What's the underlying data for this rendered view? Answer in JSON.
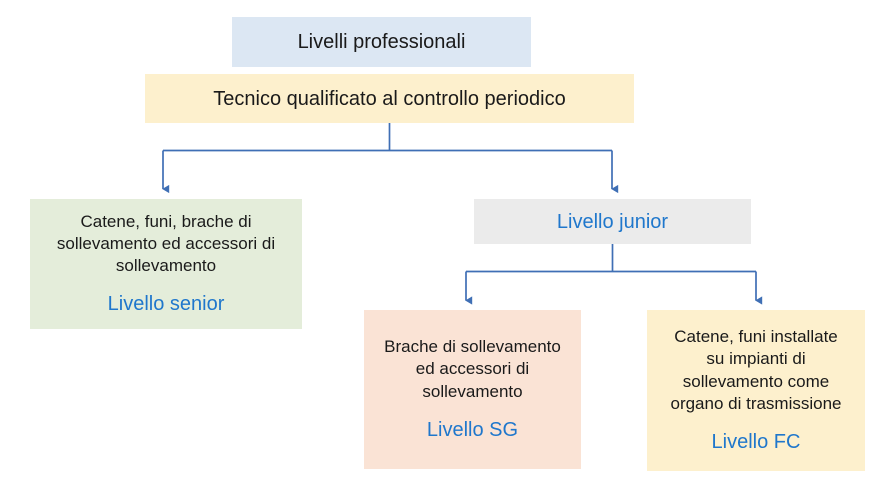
{
  "diagram": {
    "title": "Livelli professionali",
    "accent_color": "#1f77cc",
    "connector_color": "#3f6fb5",
    "nodes": {
      "root": {
        "label": "Livelli professionali",
        "fill": "#dce7f3"
      },
      "tecnico": {
        "label": "Tecnico qualificato al controllo periodico",
        "fill": "#fdf0cd"
      },
      "senior": {
        "description": "Catene, funi, brache di\nsollevamento ed accessori di\nsollevamento",
        "level": "Livello senior",
        "fill": "#e4edda"
      },
      "junior": {
        "label": "Livello junior",
        "fill": "#ebebeb"
      },
      "sg": {
        "description": "Brache di sollevamento\ned accessori di\nsollevamento",
        "level": "Livello SG",
        "fill": "#fae3d5"
      },
      "fc": {
        "description": "Catene, funi installate\nsu impianti di\nsollevamento come\norgano di trasmissione",
        "level": "Livello FC",
        "fill": "#fdf0cd"
      }
    },
    "edges": [
      {
        "from": "tecnico",
        "to": "senior"
      },
      {
        "from": "tecnico",
        "to": "junior"
      },
      {
        "from": "junior",
        "to": "sg"
      },
      {
        "from": "junior",
        "to": "fc"
      }
    ]
  }
}
